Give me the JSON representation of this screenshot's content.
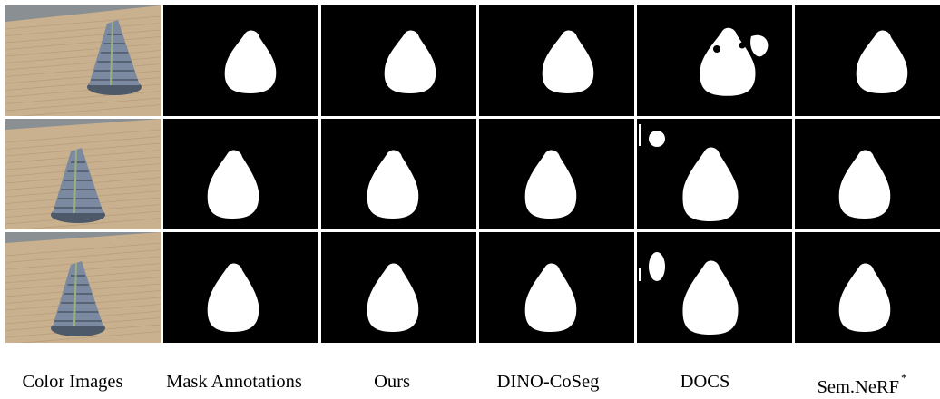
{
  "figure": {
    "columns": [
      {
        "key": "color",
        "label": "Color Images",
        "kind": "photo"
      },
      {
        "key": "mask",
        "label": "Mask Annotations",
        "kind": "mask"
      },
      {
        "key": "ours",
        "label": "Ours",
        "kind": "mask"
      },
      {
        "key": "dino",
        "label": "DINO-CoSeg",
        "kind": "mask"
      },
      {
        "key": "docs",
        "label": "DOCS",
        "kind": "mask"
      },
      {
        "key": "semnerf",
        "label": "Sem.NeRF",
        "label_mark": "*",
        "kind": "mask"
      }
    ],
    "rows": 3,
    "colors": {
      "mask_background": "#000000",
      "mask_foreground": "#ffffff",
      "table_wood": "#c9b08e",
      "table_wood_dark": "#a88d6a",
      "wall": "#8a8f94",
      "sculpture": "#7b8aa0",
      "sculpture_dark": "#4d5868"
    }
  }
}
